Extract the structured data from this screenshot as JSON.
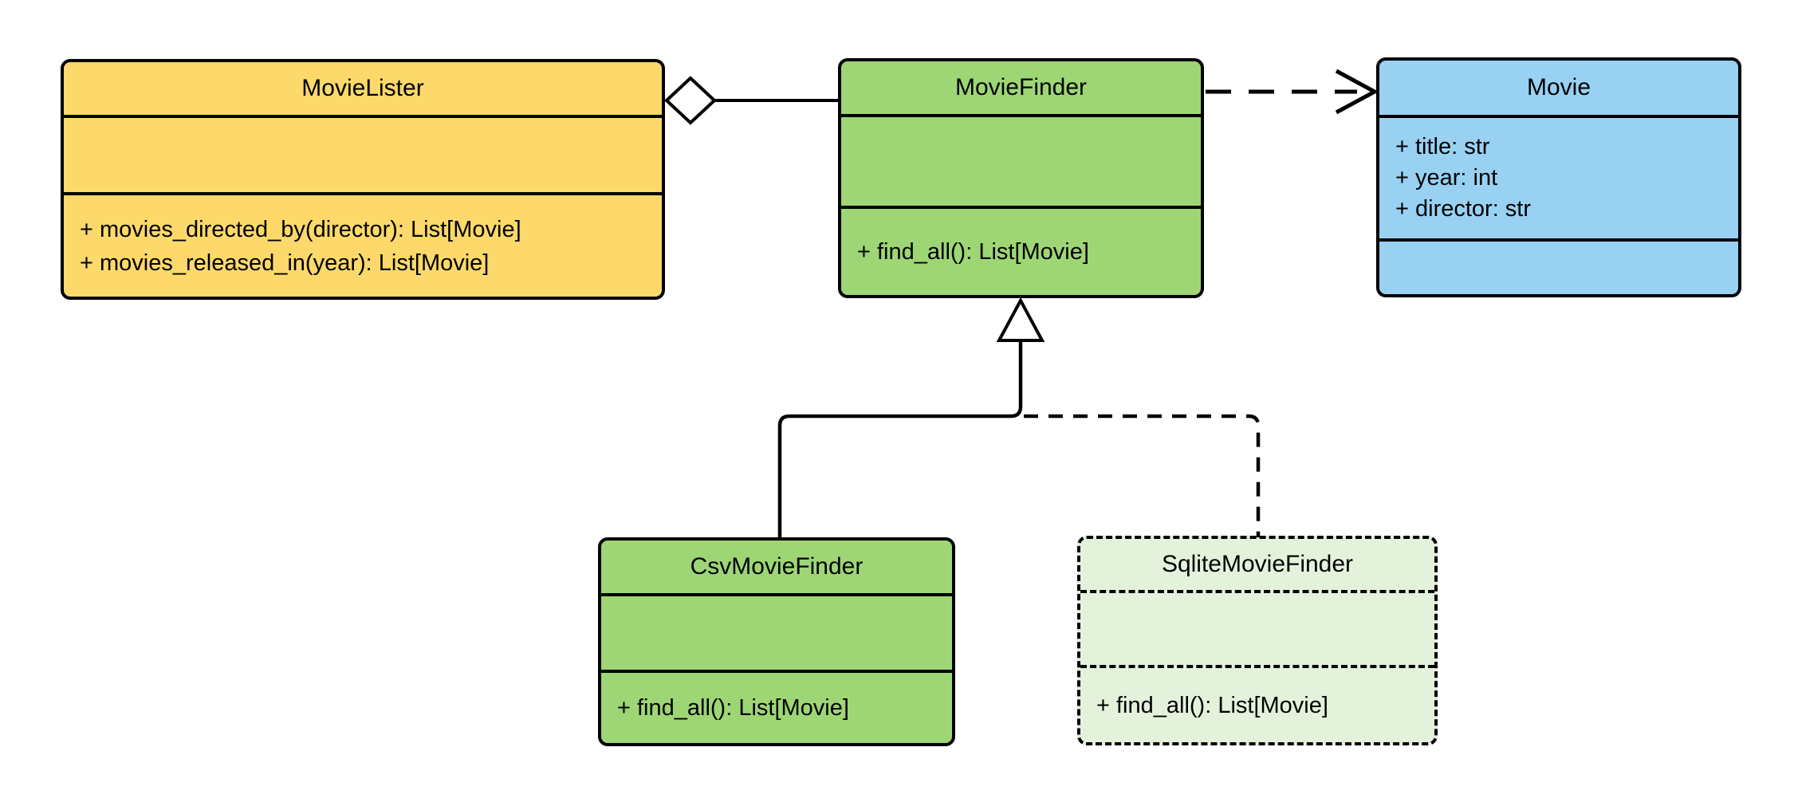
{
  "diagram": {
    "background_color": "#FFFFFF",
    "stroke_color": "#000000",
    "classes": [
      {
        "title": "MovieLister",
        "fill": "#FCD96A",
        "border_style": "solid",
        "attributes": [],
        "methods": [
          "+ movies_directed_by(director): List[Movie]",
          "+ movies_released_in(year): List[Movie]"
        ]
      },
      {
        "title": "MovieFinder",
        "fill": "#9ED676",
        "border_style": "solid",
        "attributes": [],
        "methods": [
          "+ find_all(): List[Movie]"
        ]
      },
      {
        "title": "Movie",
        "fill": "#99D1F2",
        "border_style": "solid",
        "attributes": [
          "+ title: str",
          "+ year: int",
          "+ director: str"
        ],
        "methods": []
      },
      {
        "title": "CsvMovieFinder",
        "fill": "#9ED676",
        "border_style": "solid",
        "attributes": [],
        "methods": [
          "+ find_all(): List[Movie]"
        ]
      },
      {
        "title": "SqliteMovieFinder",
        "fill": "#E4F2DC",
        "border_style": "dashed",
        "attributes": [],
        "methods": [
          "+ find_all(): List[Movie]"
        ]
      }
    ],
    "relationships": [
      {
        "type": "aggregation",
        "from": "MovieLister",
        "to": "MovieFinder",
        "line": "solid",
        "marker": "open-diamond"
      },
      {
        "type": "dependency",
        "from": "MovieFinder",
        "to": "Movie",
        "line": "dashed",
        "marker": "open-arrow"
      },
      {
        "type": "generalization",
        "from": "CsvMovieFinder",
        "to": "MovieFinder",
        "line": "solid",
        "marker": "hollow-triangle"
      },
      {
        "type": "generalization",
        "from": "SqliteMovieFinder",
        "to": "MovieFinder",
        "line": "dashed",
        "marker": "hollow-triangle"
      }
    ]
  }
}
